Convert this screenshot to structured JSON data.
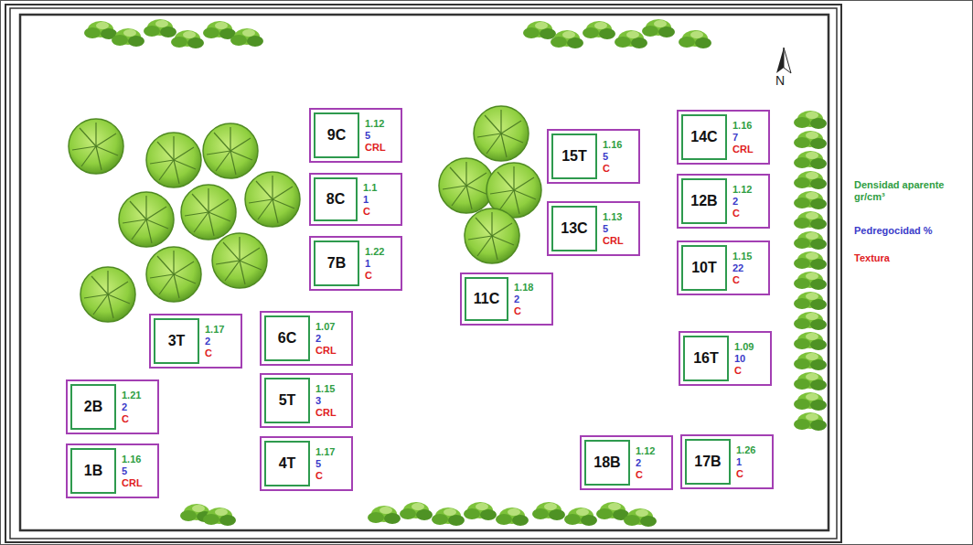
{
  "diagram": {
    "nodes": [
      {
        "text": [
          "9C",
          "1.12",
          "5",
          "CRL"
        ]
      },
      {
        "text": [
          "15T",
          "1.16",
          "5",
          "C"
        ]
      },
      {
        "text": [
          "14C",
          "1.16",
          "7",
          "CRL"
        ]
      },
      {
        "text": [
          "8C",
          "1.1",
          "1",
          "C"
        ]
      },
      {
        "text": [
          "12B",
          "1.12",
          "2",
          "C"
        ]
      },
      {
        "text": [
          "13C",
          "1.13",
          "5",
          "CRL"
        ]
      },
      {
        "text": [
          "7B",
          "1.22",
          "1",
          "C"
        ]
      },
      {
        "text": [
          "10T",
          "1.15",
          "22",
          "C"
        ]
      },
      {
        "text": [
          "11C",
          "1.18",
          "2",
          "C"
        ]
      },
      {
        "text": [
          "3T",
          "1.17",
          "2",
          "C"
        ]
      },
      {
        "text": [
          "6C",
          "1.07",
          "2",
          "CRL"
        ]
      },
      {
        "text": [
          "16T",
          "1.09",
          "10",
          "C"
        ]
      },
      {
        "text": [
          "2B",
          "1.21",
          "2",
          "C"
        ]
      },
      {
        "text": [
          "5T",
          "1.15",
          "3",
          "CRL"
        ]
      },
      {
        "text": [
          "1B",
          "1.16",
          "5",
          "CRL"
        ]
      },
      {
        "text": [
          "4T",
          "1.17",
          "5",
          "C"
        ]
      },
      {
        "text": [
          "18B",
          "1.12",
          "2",
          "C"
        ]
      },
      {
        "text": [
          "17B",
          "1.26",
          "1",
          "C"
        ]
      }
    ],
    "labels": [
      "N"
    ],
    "legend": [
      {
        "text": "Densidad aparente gr/cm³",
        "color": "#2f9e43"
      },
      {
        "text": "Pedregocidad %",
        "color": "#3b3bc9"
      },
      {
        "text": "Textura",
        "color": "#e0201e"
      }
    ]
  }
}
